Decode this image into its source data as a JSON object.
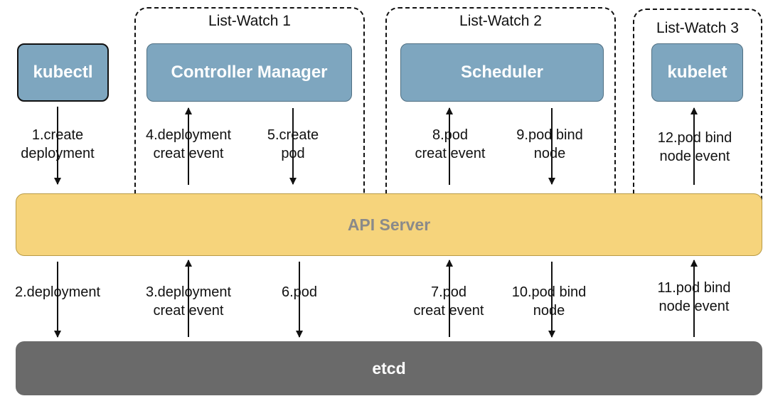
{
  "groups": [
    {
      "title": "List-Watch 1"
    },
    {
      "title": "List-Watch 2"
    },
    {
      "title": "List-Watch 3"
    }
  ],
  "components": {
    "kubectl": "kubectl",
    "controller_manager": "Controller Manager",
    "scheduler": "Scheduler",
    "kubelet": "kubelet",
    "api_server": "API Server",
    "etcd": "etcd"
  },
  "steps": {
    "s1": "1.create\ndeployment",
    "s2": "2.deployment",
    "s3": "3.deployment\ncreat event",
    "s4": "4.deployment\ncreat event",
    "s5": "5.create\npod",
    "s6": "6.pod",
    "s7": "7.pod\ncreat event",
    "s8": "8.pod\ncreat event",
    "s9": "9.pod bind\nnode",
    "s10": "10.pod bind\nnode",
    "s11": "11.pod bind\nnode event",
    "s12": "12.pod bind\nnode event"
  },
  "colors": {
    "component": "#7ea6bf",
    "api_server": "#f6d47c",
    "etcd": "#6a6a6a"
  }
}
